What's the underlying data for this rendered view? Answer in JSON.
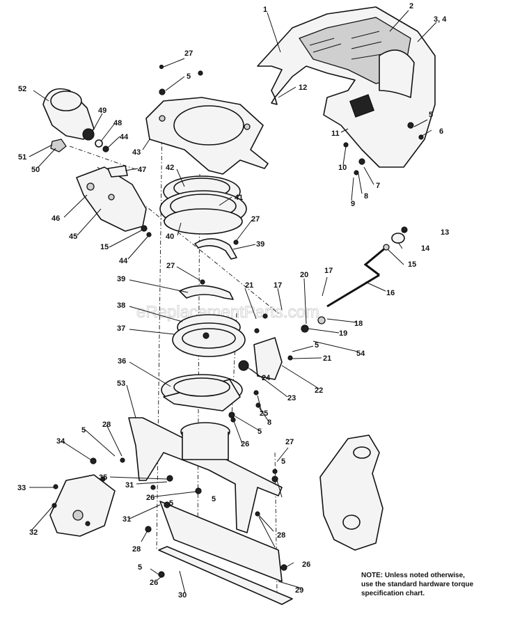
{
  "watermark": "eReplacementParts.com",
  "note": {
    "line1": "NOTE: Unless noted otherwise,",
    "line2": "use the standard hardware torque",
    "line3": "specification chart."
  },
  "callouts": {
    "c1": "1",
    "c2": "2",
    "c3": "3, 4",
    "c5a": "5",
    "c6": "6",
    "c7": "7",
    "c8a": "8",
    "c9": "9",
    "c10": "10",
    "c11": "11",
    "c12": "12",
    "c13": "13",
    "c14": "14",
    "c15a": "15",
    "c15b": "15",
    "c16": "16",
    "c17a": "17",
    "c17b": "17",
    "c18": "18",
    "c19": "19",
    "c20": "20",
    "c21a": "21",
    "c21b": "21",
    "c22": "22",
    "c23": "23",
    "c24": "24",
    "c25": "25",
    "c26a": "26",
    "c26b": "26",
    "c26c": "26",
    "c26d": "26",
    "c27a": "27",
    "c27b": "27",
    "c27c": "27",
    "c27d": "27",
    "c28a": "28",
    "c28b": "28",
    "c28c": "28",
    "c29": "29",
    "c30": "30",
    "c31a": "31",
    "c31b": "31",
    "c32": "32",
    "c33": "33",
    "c34": "34",
    "c35": "35",
    "c36": "36",
    "c37": "37",
    "c38": "38",
    "c39a": "39",
    "c39b": "39",
    "c40": "40",
    "c41": "41",
    "c42": "42",
    "c43": "43",
    "c44a": "44",
    "c44b": "44",
    "c45": "45",
    "c46": "46",
    "c47": "47",
    "c48": "48",
    "c49": "49",
    "c50": "50",
    "c51": "51",
    "c52": "52",
    "c53": "53",
    "c54": "54",
    "c5b": "5",
    "c5c": "5",
    "c5d": "5",
    "c5e": "5",
    "c5f": "5",
    "c5g": "5",
    "c5h": "5",
    "c5i": "5",
    "c8b": "8"
  }
}
